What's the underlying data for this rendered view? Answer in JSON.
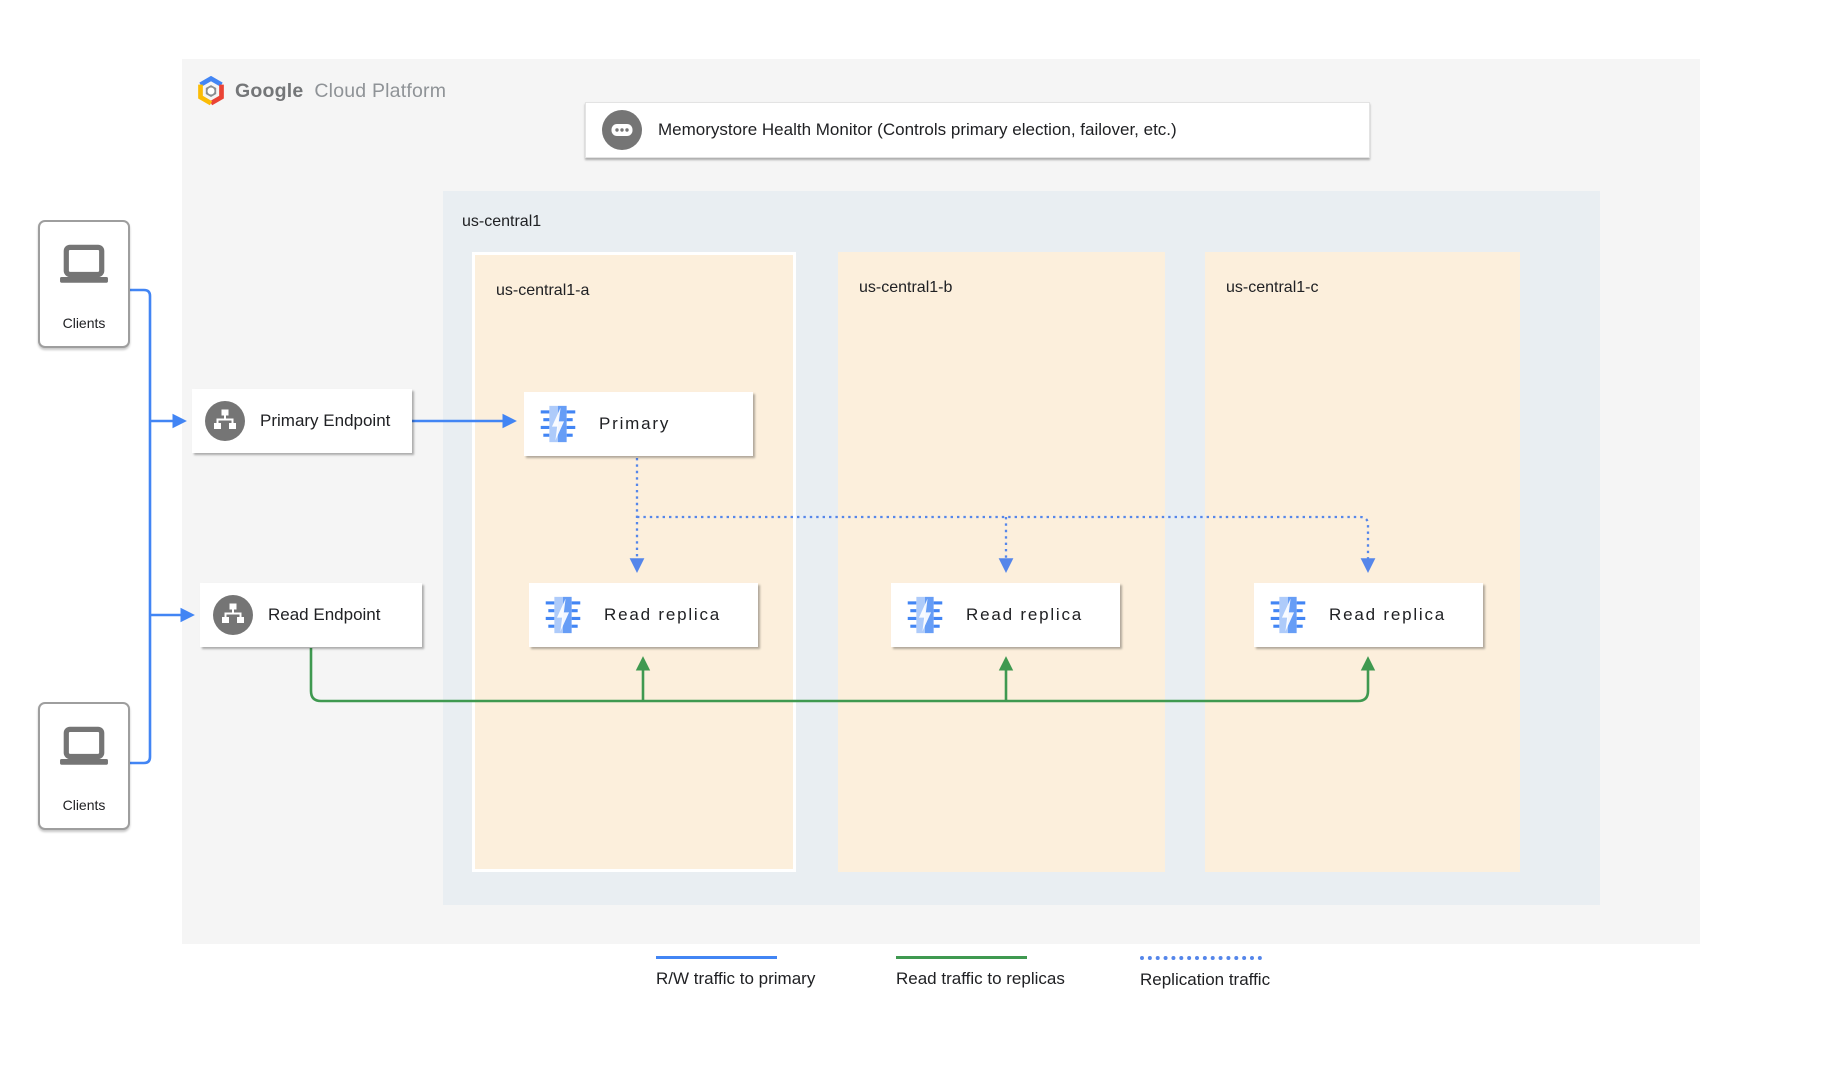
{
  "brand": {
    "name": "Google",
    "suffix": "Cloud Platform"
  },
  "health_monitor": {
    "label": "Memorystore Health Monitor (Controls primary election, failover, etc.)",
    "icon": "service-dots-icon"
  },
  "clients": {
    "top": "Clients",
    "bottom": "Clients"
  },
  "endpoints": {
    "primary": {
      "label": "Primary Endpoint",
      "icon": "network-endpoint-icon"
    },
    "read": {
      "label": "Read Endpoint",
      "icon": "network-endpoint-icon"
    }
  },
  "region": {
    "label": "us-central1",
    "zones": [
      {
        "label": "us-central1-a",
        "nodes": [
          {
            "label": "Primary",
            "icon": "memorystore-icon"
          },
          {
            "label": "Read replica",
            "icon": "memorystore-icon"
          }
        ]
      },
      {
        "label": "us-central1-b",
        "nodes": [
          {
            "label": "Read replica",
            "icon": "memorystore-icon"
          }
        ]
      },
      {
        "label": "us-central1-c",
        "nodes": [
          {
            "label": "Read replica",
            "icon": "memorystore-icon"
          }
        ]
      }
    ]
  },
  "legend": [
    {
      "label": "R/W traffic to primary",
      "style": "solid",
      "color": "#4285F4"
    },
    {
      "label": "Read traffic to replicas",
      "style": "solid",
      "color": "#3F9950"
    },
    {
      "label": "Replication traffic",
      "style": "dotted",
      "color": "#5586EA"
    }
  ],
  "colors": {
    "panel_bg": "#F5F5F5",
    "region_bg": "#E9EEF2",
    "zone_bg": "#FCEFDC",
    "rw_blue": "#4285F4",
    "read_green": "#3F9950",
    "replication_blue": "#5586EA",
    "icon_gray": "#757575"
  }
}
